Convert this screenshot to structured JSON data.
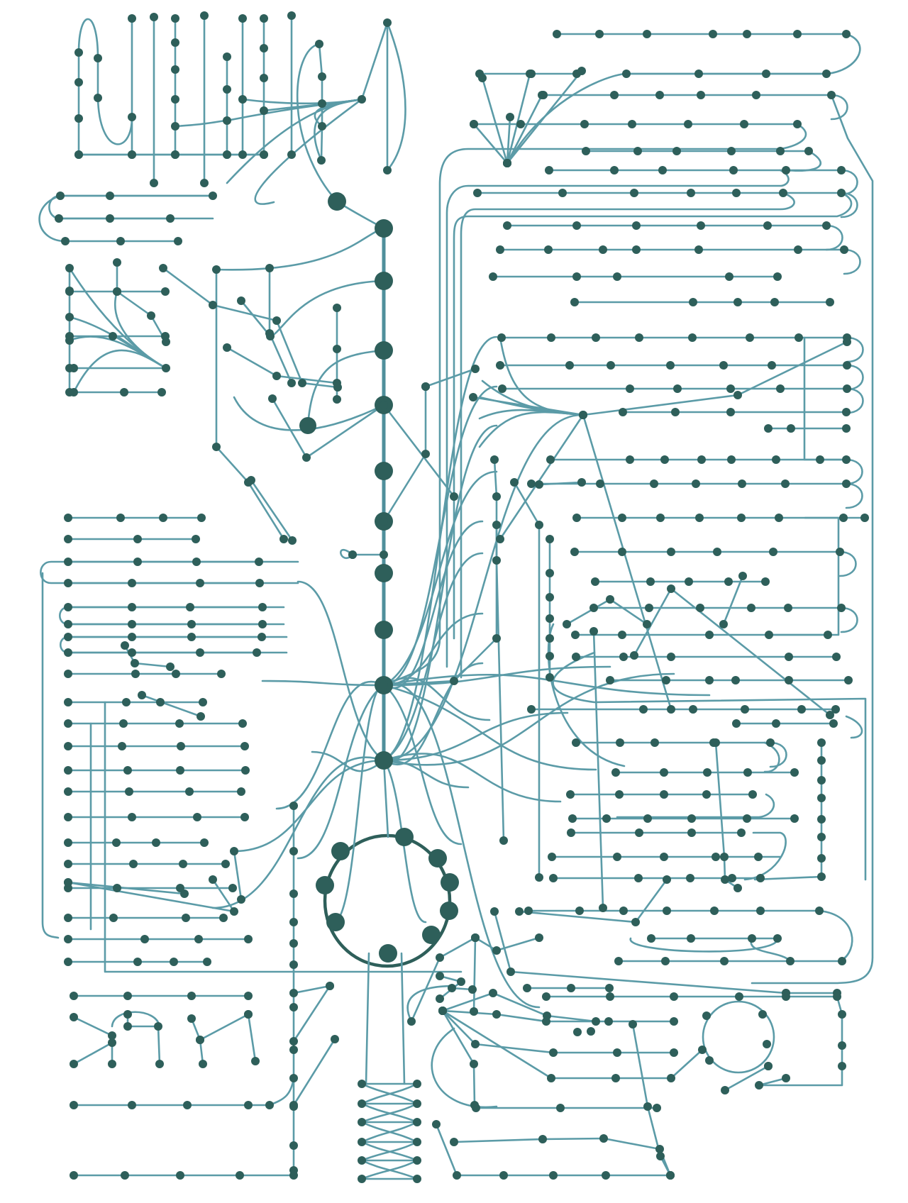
{
  "diagram": {
    "type": "metabolic-pathway-network",
    "labels_shown": false,
    "colors": {
      "background": "#ffffff",
      "edge": "#5b9ba7",
      "node": "#2e5f5a"
    },
    "sections": [
      "top-left-cluster",
      "left-upper-cluster",
      "central-spine",
      "tca-cycle",
      "right-grid",
      "left-lower-grid",
      "bottom-clusters"
    ]
  }
}
